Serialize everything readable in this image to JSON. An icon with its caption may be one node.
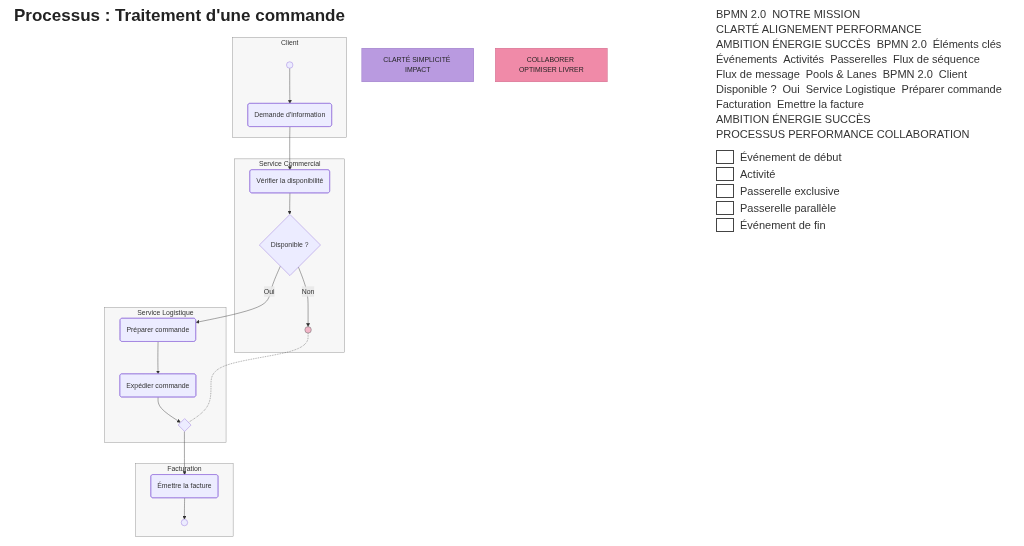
{
  "diagram": {
    "title": "Processus : Traitement d'une commande",
    "nodes": [
      {
        "text": [
          "Client"
        ]
      },
      {
        "text": [],
        "shape": "circle",
        "in": 0
      },
      {
        "text": [
          "Demande d'information"
        ],
        "in": 0
      },
      {
        "text": [
          "Service Commercial"
        ]
      },
      {
        "text": [
          "Vérifier la disponibilité"
        ],
        "in": 3
      },
      {
        "text": [
          "Disponible ?"
        ],
        "in": 3
      },
      {
        "text": [],
        "shape": "circle",
        "in": 3
      },
      {
        "text": [
          "Service Logistique"
        ]
      },
      {
        "text": [
          "Préparer commande"
        ],
        "in": 7
      },
      {
        "text": [
          "Expédier commande"
        ],
        "in": 7
      },
      {
        "text": [],
        "shape": "diamond",
        "in": 7
      },
      {
        "text": [
          "Facturation"
        ]
      },
      {
        "text": [
          "Émettre la facture"
        ],
        "in": 11
      },
      {
        "text": [],
        "shape": "circle",
        "in": 11
      },
      {
        "text": [
          "CLARTÉ SIMPLICITÉ IMPACT"
        ]
      },
      {
        "text": [
          "COLLABORER OPTIMISER LIVRER"
        ]
      }
    ],
    "edges": [
      {
        "from": 1,
        "to": 2,
        "arrow": "to"
      },
      {
        "from": 2,
        "to": 4,
        "arrow": "to"
      },
      {
        "from": 4,
        "to": 5,
        "arrow": "to"
      },
      {
        "from": 5,
        "to": 6,
        "arrow": "to",
        "label": "Non"
      },
      {
        "from": 5,
        "to": 8,
        "arrow": "to",
        "label": "Oui"
      },
      {
        "from": 8,
        "to": 9,
        "arrow": "to"
      },
      {
        "from": 9,
        "to": 10,
        "arrow": "to"
      },
      {
        "from": 6,
        "to": 10,
        "arrow": "none",
        "style": "dashed"
      },
      {
        "from": 10,
        "to": 12,
        "arrow": "to"
      },
      {
        "from": 12,
        "to": 13,
        "arrow": "to"
      }
    ],
    "labels": [
      "BPMN 2.0",
      "NOTRE MISSION",
      "CLARTÉ ALIGNEMENT PERFORMANCE",
      "AMBITION ÉNERGIE SUCCÈS",
      "BPMN 2.0",
      "Éléments clés",
      "Événements",
      "Activités",
      "Passerelles",
      "Flux de séquence",
      "Flux de message",
      "Pools & Lanes",
      "BPMN 2.0",
      "Client",
      "Disponible ?",
      "Oui",
      "Service Logistique",
      "Préparer commande",
      "Facturation",
      "Emettre la facture",
      "AMBITION ÉNERGIE SUCCÈS",
      "PROCESSUS PERFORMANCE COLLABORATION"
    ],
    "legend": [
      {
        "text": "Événement de début"
      },
      {
        "text": "Activité"
      },
      {
        "text": "Passerelle exclusive"
      },
      {
        "text": "Passerelle parallèle"
      },
      {
        "text": "Événement de fin"
      }
    ]
  }
}
